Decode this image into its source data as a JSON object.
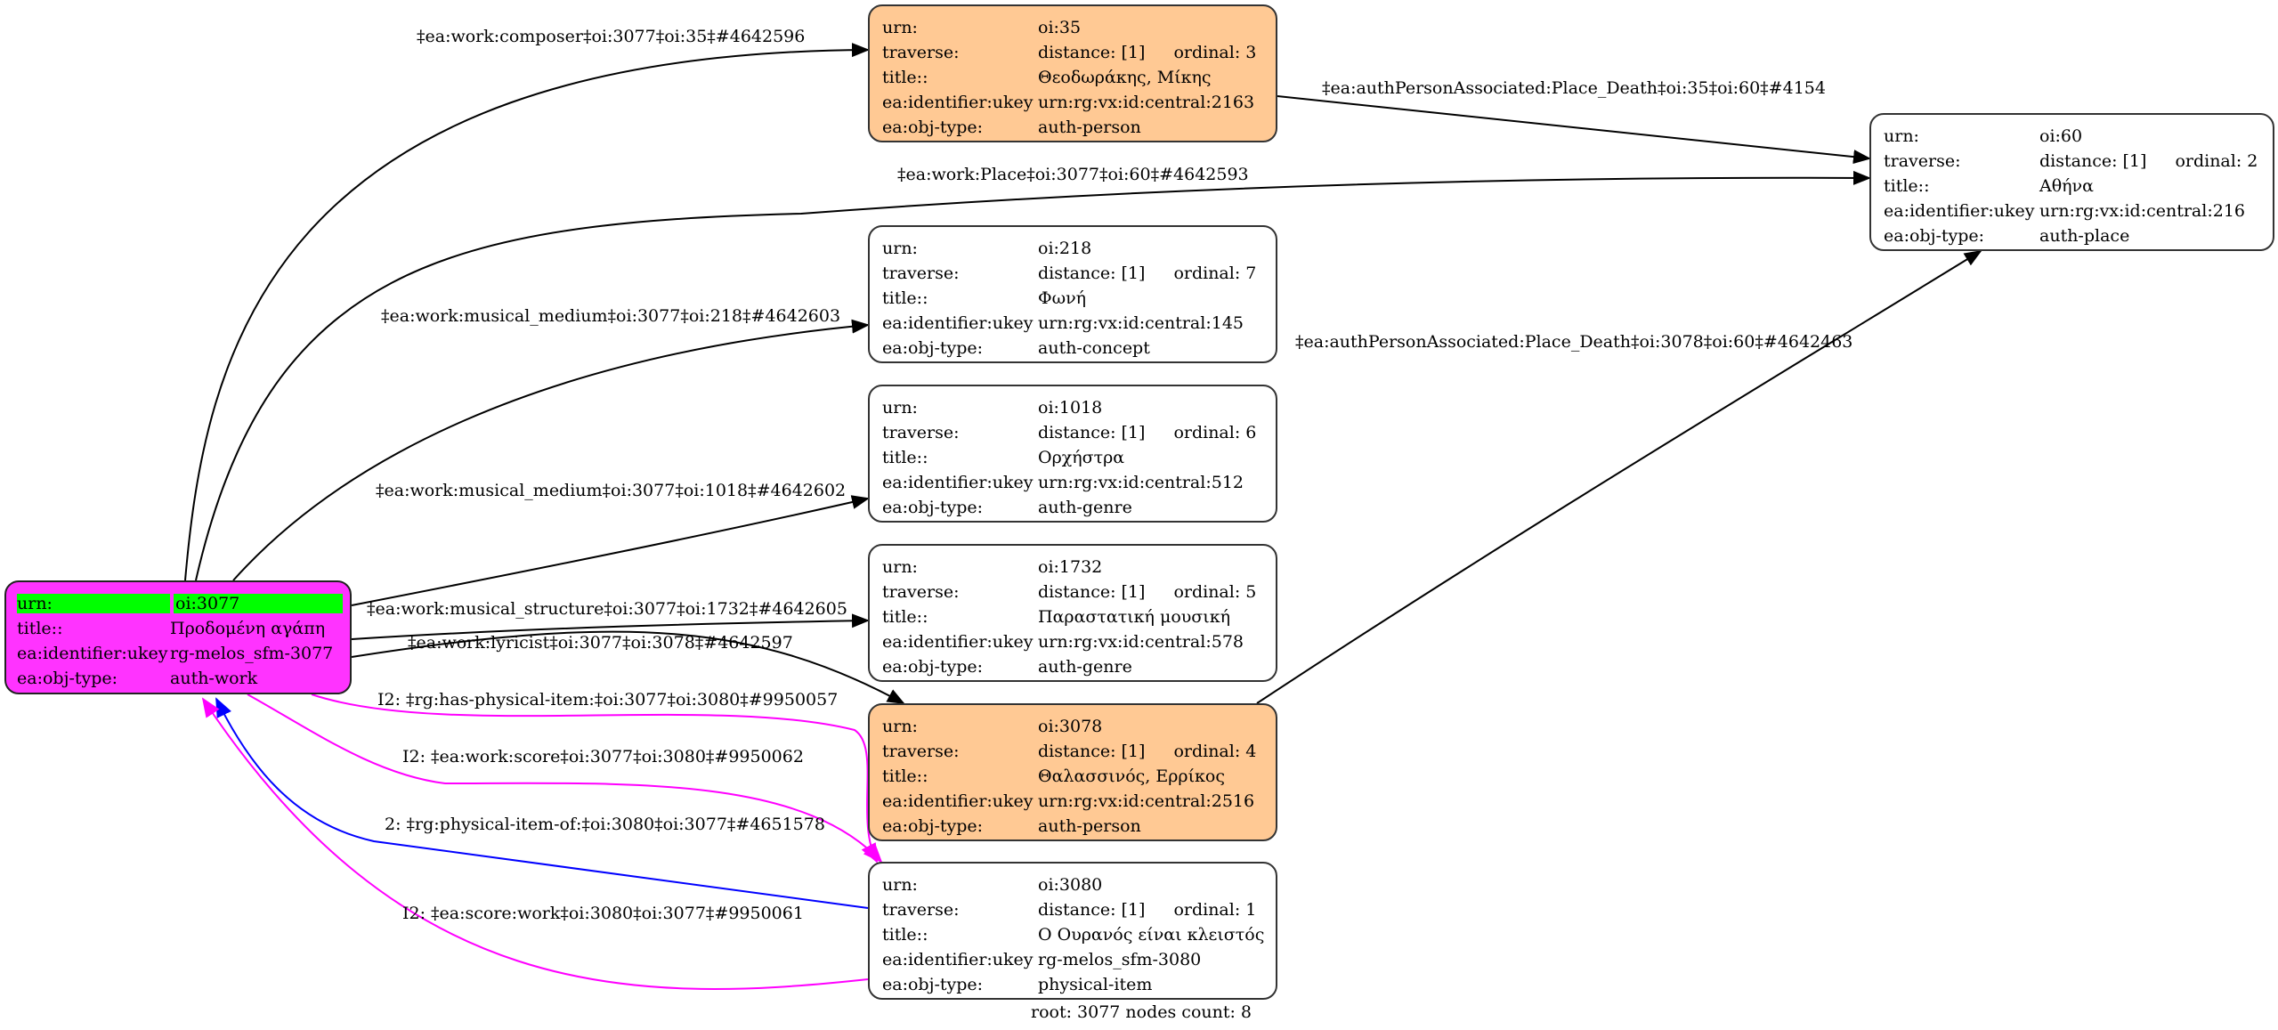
{
  "root_node": {
    "id": "oi:3077",
    "fill": "#ff33ff",
    "highlight": "#00ff00",
    "rows": [
      {
        "key": "urn:",
        "value": "oi:3077"
      },
      {
        "key": "title::",
        "value": "Προδομένη αγάπη"
      },
      {
        "key": "ea:identifier:ukey",
        "value": "rg-melos_sfm-3077"
      },
      {
        "key": "ea:obj-type:",
        "value": "auth-work"
      }
    ]
  },
  "nodes": [
    {
      "id": "oi:35",
      "fill": "#ffc994",
      "urn": "oi:35",
      "distance": "distance: [1]",
      "ordinal": "ordinal: 3",
      "title": "Θεοδωράκης, Μίκης",
      "ukey": "urn:rg:vx:id:central:2163",
      "obj_type": "auth-person"
    },
    {
      "id": "oi:218",
      "fill": "#ffffff",
      "urn": "oi:218",
      "distance": "distance: [1]",
      "ordinal": "ordinal: 7",
      "title": "Φωνή",
      "ukey": "urn:rg:vx:id:central:145",
      "obj_type": "auth-concept"
    },
    {
      "id": "oi:1018",
      "fill": "#ffffff",
      "urn": "oi:1018",
      "distance": "distance: [1]",
      "ordinal": "ordinal: 6",
      "title": "Ορχήστρα",
      "ukey": "urn:rg:vx:id:central:512",
      "obj_type": "auth-genre"
    },
    {
      "id": "oi:1732",
      "fill": "#ffffff",
      "urn": "oi:1732",
      "distance": "distance: [1]",
      "ordinal": "ordinal: 5",
      "title": "Παραστατική μουσική",
      "ukey": "urn:rg:vx:id:central:578",
      "obj_type": "auth-genre"
    },
    {
      "id": "oi:3078",
      "fill": "#ffc994",
      "urn": "oi:3078",
      "distance": "distance: [1]",
      "ordinal": "ordinal: 4",
      "title": "Θαλασσινός, Ερρίκος",
      "ukey": "urn:rg:vx:id:central:2516",
      "obj_type": "auth-person"
    },
    {
      "id": "oi:3080",
      "fill": "#ffffff",
      "urn": "oi:3080",
      "distance": "distance: [1]",
      "ordinal": "ordinal: 1",
      "title": "Ο Ουρανός είναι κλειστός",
      "ukey": "rg-melos_sfm-3080",
      "obj_type": "physical-item"
    },
    {
      "id": "oi:60",
      "fill": "#ffffff",
      "urn": "oi:60",
      "distance": "distance: [1]",
      "ordinal": "ordinal: 2",
      "title": "Αθήνα",
      "ukey": "urn:rg:vx:id:central:216",
      "obj_type": "auth-place"
    }
  ],
  "row_keys": {
    "urn": "urn:",
    "traverse": "traverse:",
    "title": "title::",
    "ukey": "ea:identifier:ukey",
    "obj_type": "ea:obj-type:"
  },
  "edges": [
    {
      "from": "oi:3077",
      "to": "oi:35",
      "label": "‡ea:work:composer‡oi:3077‡oi:35‡#4642596",
      "color": "#000000"
    },
    {
      "from": "oi:35",
      "to": "oi:60",
      "label": "‡ea:authPersonAssociated:Place_Death‡oi:35‡oi:60‡#4154",
      "color": "#000000"
    },
    {
      "from": "oi:3077",
      "to": "oi:60",
      "label": "‡ea:work:Place‡oi:3077‡oi:60‡#4642593",
      "color": "#000000"
    },
    {
      "from": "oi:3077",
      "to": "oi:218",
      "label": "‡ea:work:musical_medium‡oi:3077‡oi:218‡#4642603",
      "color": "#000000"
    },
    {
      "from": "oi:3078",
      "to": "oi:60",
      "label": "‡ea:authPersonAssociated:Place_Death‡oi:3078‡oi:60‡#4642463",
      "color": "#000000"
    },
    {
      "from": "oi:3077",
      "to": "oi:1018",
      "label": "‡ea:work:musical_medium‡oi:3077‡oi:1018‡#4642602",
      "color": "#000000"
    },
    {
      "from": "oi:3077",
      "to": "oi:1732",
      "label": "‡ea:work:musical_structure‡oi:3077‡oi:1732‡#4642605",
      "color": "#000000"
    },
    {
      "from": "oi:3077",
      "to": "oi:3078",
      "label": "‡ea:work:lyricist‡oi:3077‡oi:3078‡#4642597",
      "color": "#000000"
    },
    {
      "from": "oi:3077",
      "to": "oi:3080",
      "label": "I2: ‡rg:has-physical-item:‡oi:3077‡oi:3080‡#9950057",
      "color": "#ff00ff"
    },
    {
      "from": "oi:3077",
      "to": "oi:3080",
      "label": "I2: ‡ea:work:score‡oi:3077‡oi:3080‡#9950062",
      "color": "#ff00ff"
    },
    {
      "from": "oi:3080",
      "to": "oi:3077",
      "label": "2: ‡rg:physical-item-of:‡oi:3080‡oi:3077‡#4651578",
      "color": "#0000ff"
    },
    {
      "from": "oi:3080",
      "to": "oi:3077",
      "label": "I2: ‡ea:score:work‡oi:3080‡oi:3077‡#9950061",
      "color": "#ff00ff"
    }
  ],
  "footer": "root: 3077 nodes count: 8"
}
